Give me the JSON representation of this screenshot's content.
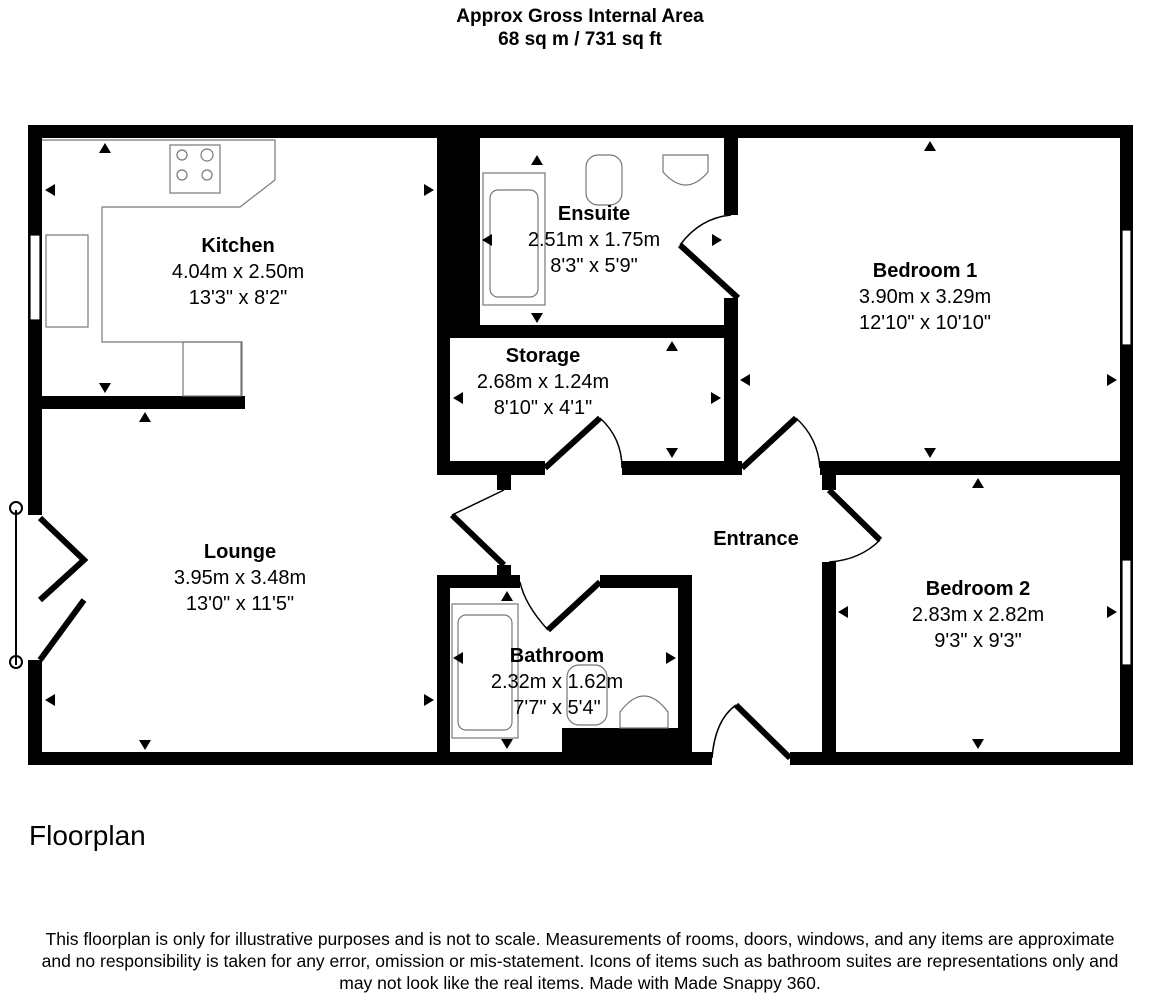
{
  "header": {
    "title": "Approx Gross Internal Area",
    "area": "68 sq m / 731 sq ft"
  },
  "rooms": [
    {
      "name": "Kitchen",
      "metric": "4.04m x 2.50m",
      "imperial": "13'3\" x 8'2\""
    },
    {
      "name": "Ensuite",
      "metric": "2.51m x 1.75m",
      "imperial": "8'3\" x 5'9\""
    },
    {
      "name": "Bedroom 1",
      "metric": "3.90m x 3.29m",
      "imperial": "12'10\" x 10'10\""
    },
    {
      "name": "Storage",
      "metric": "2.68m x 1.24m",
      "imperial": "8'10\" x 4'1\""
    },
    {
      "name": "Lounge",
      "metric": "3.95m x 3.48m",
      "imperial": "13'0\" x 11'5\""
    },
    {
      "name": "Entrance"
    },
    {
      "name": "Bedroom 2",
      "metric": "2.83m x 2.82m",
      "imperial": "9'3\" x 9'3\""
    },
    {
      "name": "Bathroom",
      "metric": "2.32m x 1.62m",
      "imperial": "7'7\" x 5'4\""
    }
  ],
  "floor_label": "Floorplan",
  "disclaimer": {
    "line1": "This floorplan is only for illustrative purposes and is not to scale. Measurements of rooms, doors, windows, and any items are approximate",
    "line2": "and no responsibility is taken for any error, omission or mis-statement. Icons of items such as bathroom suites are representations only and",
    "line3": "may not look like the real items. Made with Made Snappy 360."
  }
}
